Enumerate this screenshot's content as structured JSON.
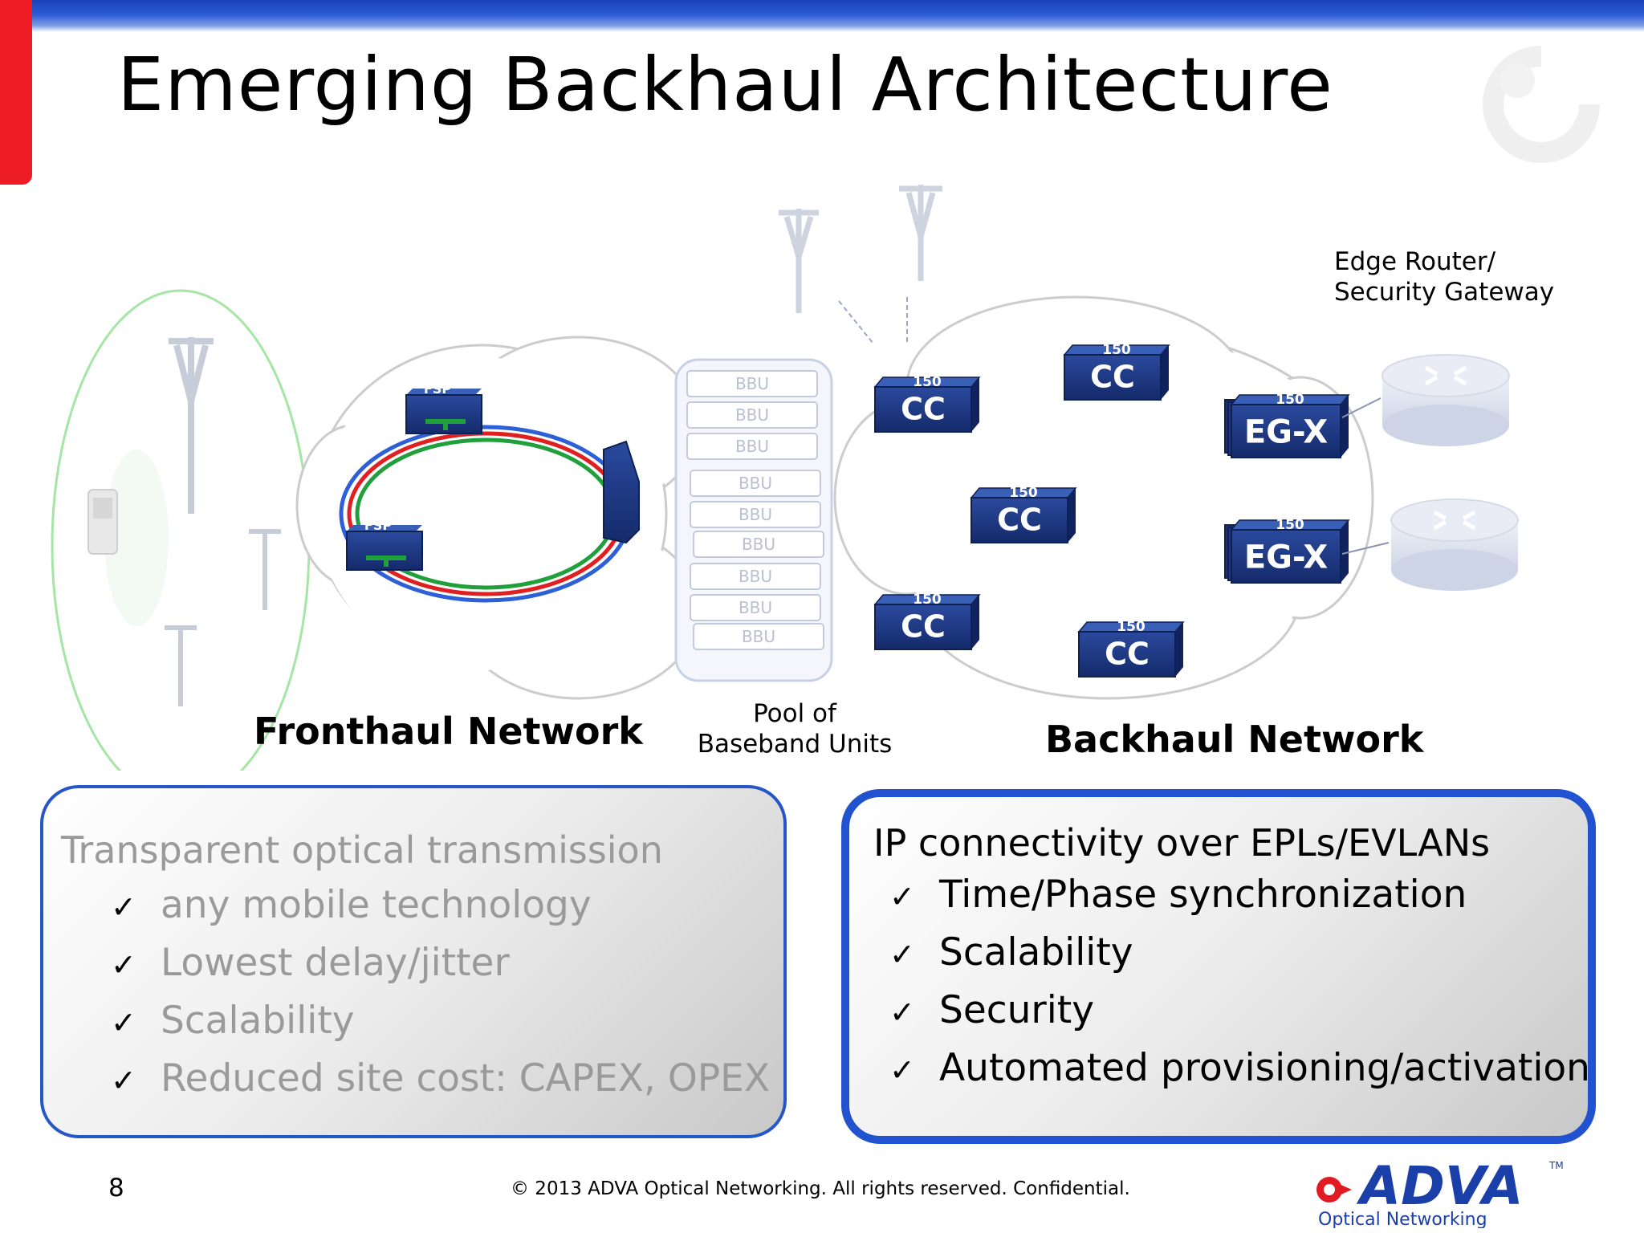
{
  "slide": {
    "title": "Emerging Backhaul Architecture",
    "page_number": "8",
    "footer": "© 2013 ADVA Optical Networking. All rights reserved. Confidential."
  },
  "diagram": {
    "fronthaul_label": "Fronthaul Network",
    "backhaul_label": "Backhaul  Network",
    "pool_label_line1": "Pool of",
    "pool_label_line2": "Baseband Units",
    "edge_label_line1": "Edge Router/",
    "edge_label_line2": "Security Gateway",
    "fsp_label": "FSP",
    "bbu_units": [
      "BBU",
      "BBU",
      "BBU",
      "BBU",
      "BBU",
      "BBU",
      "BBU",
      "BBU",
      "BBU"
    ],
    "cc_badge": "150",
    "cc_label": "CC",
    "egx_badge": "150",
    "egx_label": "EG-X",
    "colors": {
      "device_blue": "#1e3a8a",
      "ring_blue": "#2d5fd6",
      "ring_red": "#e02020",
      "ring_green": "#1fa03a"
    }
  },
  "fronthaul_box": {
    "heading": "Transparent optical transmission",
    "items": [
      "any mobile technology",
      "Lowest delay/jitter",
      "Scalability",
      "Reduced site cost: CAPEX, OPEX"
    ]
  },
  "backhaul_box": {
    "heading": "IP connectivity over EPLs/EVLANs",
    "items": [
      "Time/Phase synchronization",
      "Scalability",
      "Security",
      "Automated provisioning/activation"
    ]
  },
  "logo": {
    "brand": "ADVA",
    "tagline": "Optical Networking",
    "tm": "TM"
  }
}
